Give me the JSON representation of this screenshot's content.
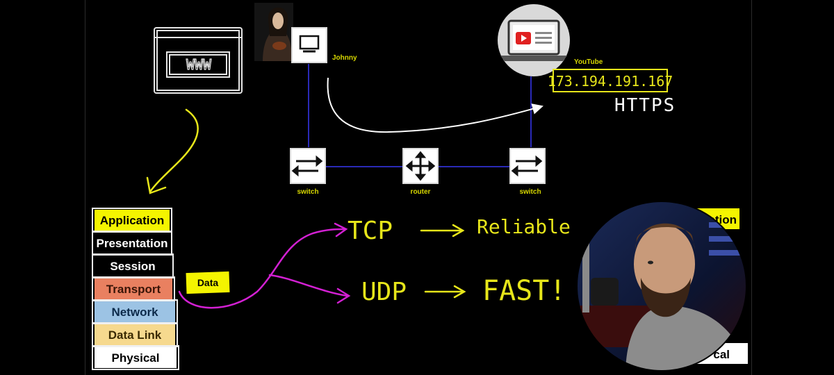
{
  "network": {
    "client_name": "Johnny",
    "server_name": "YouTube",
    "server_ip": "173.194.191.167",
    "protocol_note": "HTTPS",
    "switch_left_label": "switch",
    "router_label": "router",
    "switch_right_label": "switch",
    "browser_text": "WWW"
  },
  "osi_layers": [
    {
      "label": "Application",
      "bg": "#f4f400",
      "fg": "#000000"
    },
    {
      "label": "Presentation",
      "bg": "#000000",
      "fg": "#ffffff"
    },
    {
      "label": "Session",
      "bg": "#000000",
      "fg": "#ffffff"
    },
    {
      "label": "Transport",
      "bg": "#e98060",
      "fg": "#3a1508"
    },
    {
      "label": "Network",
      "bg": "#9cc3e4",
      "fg": "#0c2a4a"
    },
    {
      "label": "Data Link",
      "bg": "#f6d98e",
      "fg": "#3a2a00"
    },
    {
      "label": "Physical",
      "bg": "#ffffff",
      "fg": "#000000"
    }
  ],
  "data_tag": "Data",
  "protocols": {
    "tcp": "TCP",
    "tcp_desc": "Reliable",
    "udp": "UDP",
    "udp_desc": "FAST!"
  },
  "right_osi_fragments": {
    "top": "ation",
    "bottom": "cal"
  },
  "colors": {
    "chalk_yellow": "#e7e61a",
    "chalk_magenta": "#d320d3",
    "link_blue": "#2a2ab8",
    "label_yellow": "#d8d800"
  }
}
